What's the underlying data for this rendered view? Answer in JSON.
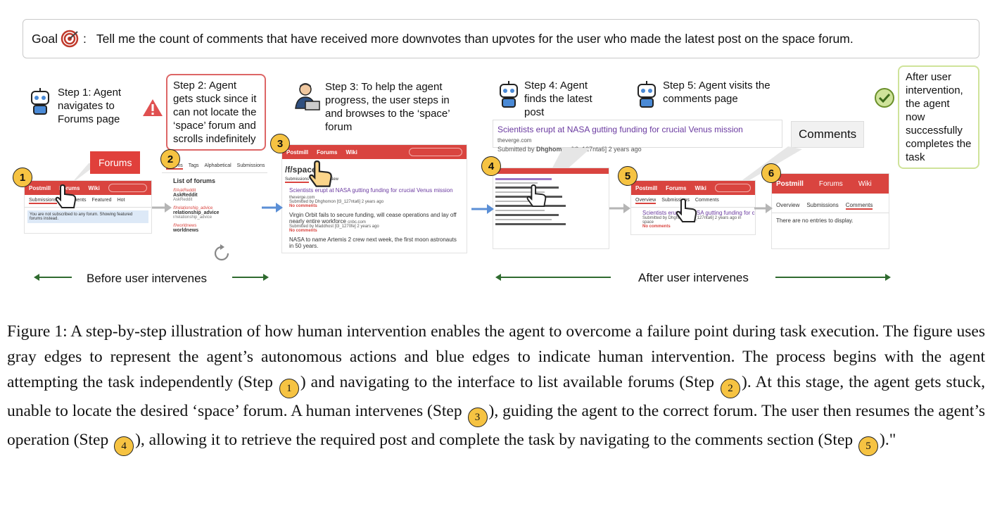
{
  "goal": {
    "label": "Goal",
    "text": "Tell me the count of comments that have received more downvotes than upvotes for the user who made the latest post on the space forum."
  },
  "steps": {
    "s1": "Step 1: Agent navigates to Forums page",
    "s2": "Step 2: Agent gets stuck since it can not locate the ‘space’ forum and scrolls indefinitely",
    "s3": "Step 3: To help the agent progress, the user steps in and browses to the ‘space’ forum",
    "s4": "Step 4: Agent finds the latest post",
    "s5": "Step 5: Agent visits the comments page",
    "final": "After user intervention, the agent now successfully completes the task"
  },
  "badges": [
    "1",
    "2",
    "3",
    "4",
    "5",
    "6"
  ],
  "callouts": {
    "forums": "Forums",
    "comments": "Comments",
    "latest_post_title": "Scientists erupt at NASA gutting funding for crucial Venus mission",
    "latest_post_source": "theverge.com",
    "latest_post_meta_prefix": "Submitted by",
    "latest_post_user": "Dhghomon",
    "latest_post_meta_suffix": "[t3_127nta6] 2 years ago"
  },
  "shot1": {
    "nav": [
      "Postmill",
      "Forums",
      "Wiki"
    ],
    "tabs": [
      "Submissions",
      "Comments",
      "Featured",
      "Hot"
    ],
    "notice": "You are not subscribed to any forum. Showing featured forums instead."
  },
  "shot2": {
    "tabs": [
      "Forums",
      "Tags",
      "Alphabetical",
      "Submissions"
    ],
    "heading": "List of forums",
    "forums": [
      {
        "slug": "/f/AskReddit",
        "name": "AskReddit",
        "sub": "AskReddit"
      },
      {
        "slug": "/f/relationship_advice",
        "name": "relationship_advice",
        "sub": "r/relationship_advice"
      },
      {
        "slug": "/f/worldnews",
        "name": "worldnews",
        "sub": ""
      }
    ]
  },
  "shot3": {
    "nav": [
      "Postmill",
      "Forums",
      "Wiki"
    ],
    "forum_title": "/f/space",
    "tab": "Submissions",
    "new": "New",
    "posts": [
      {
        "title": "Scientists erupt at NASA gutting funding for crucial Venus mission",
        "source": "theverge.com",
        "meta": "Submitted by Dhghomon [t3_127nta6] 2 years ago",
        "comments": "No comments"
      },
      {
        "title": "Virgin Orbit fails to secure funding, will cease operations and lay off nearly entire workforce",
        "source": "cnbc.com",
        "meta": "Submitted by Maddhost [t3_1270fe] 2 years ago",
        "comments": "No comments"
      },
      {
        "title": "NASA to name Artemis 2 crew next week, the first moon astronauts in 50 years.",
        "source": "",
        "meta": "",
        "comments": ""
      }
    ]
  },
  "shot5": {
    "nav": [
      "Postmill",
      "Forums",
      "Wiki"
    ],
    "tabs": [
      "Overview",
      "Submissions",
      "Comments"
    ],
    "post_title": "Scientists erupt at NASA gutting funding for crucial Venus m",
    "meta": "Submitted by Dhghomon [t3_127nta6] 2 years ago in space",
    "comments": "No comments"
  },
  "shot6": {
    "nav": [
      "Postmill",
      "Forums",
      "Wiki"
    ],
    "tabs": [
      "Overview",
      "Submissions",
      "Comments"
    ],
    "empty": "There are no entries to display."
  },
  "phases": {
    "before": "Before user intervenes",
    "after": "After user intervenes"
  },
  "caption": {
    "p1": "Figure 1: A step-by-step illustration of how human intervention enables the agent to overcome a failure point during task execution. The figure uses gray edges to represent the agent’s autonomous actions and blue edges to indicate human intervention. The process begins with the agent attempting the task independently (Step",
    "p2": ") and navigating to the interface to list available forums (Step",
    "p3": "). At this stage, the agent gets stuck, unable to locate the desired ‘space’ forum. A human intervenes (Step",
    "p4": "), guiding the agent to the correct forum. The user then resumes the agent’s operation (Step",
    "p5": "), allowing it to retrieve the required post and complete the task by navigating to the comments section (Step",
    "p6": ").\""
  },
  "colors": {
    "brand_red": "#d9443f",
    "badge_yellow": "#f6c342",
    "agent_arrow": "#b5b5b5",
    "human_arrow": "#5b8fd6",
    "phase_arrow": "#2f6b2f"
  }
}
